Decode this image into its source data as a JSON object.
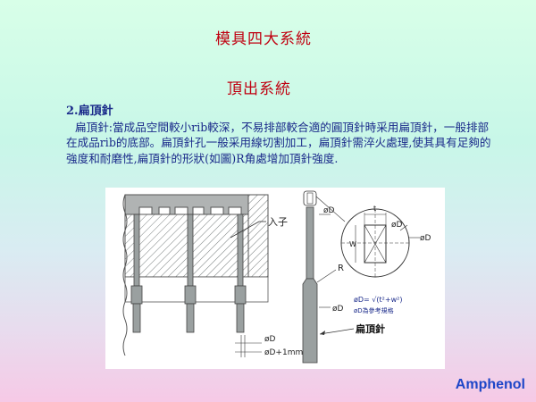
{
  "slide": {
    "title": "模具四大系統",
    "subtitle": "頂出系統",
    "section_heading": "2.扁頂針",
    "paragraph": "扁頂針:當成品空間較小rib較深，不易排部較合適的圓頂針時采用扁頂針，一般排部在成品rib的底部。扁頂針孔一般采用線切割加工，扁頂針需淬火處理,使其具有足夠的強度和耐磨性,扁頂針的形狀(如圖)R角處增加頂針強度.",
    "brand": "Amphenol"
  },
  "figure": {
    "labels": {
      "insert": "入子",
      "radius": "R",
      "dia_top": "øD",
      "dia_right": "øD",
      "dia_mid": "øD",
      "dia_bottom": "øD",
      "dia_bottom2": "øD+1mm",
      "t_label": "t",
      "w_label": "W",
      "formula_1": "øD= √(t²+w²)",
      "formula_2": "øD為參考規格",
      "pin_name": "扁頂針"
    }
  }
}
